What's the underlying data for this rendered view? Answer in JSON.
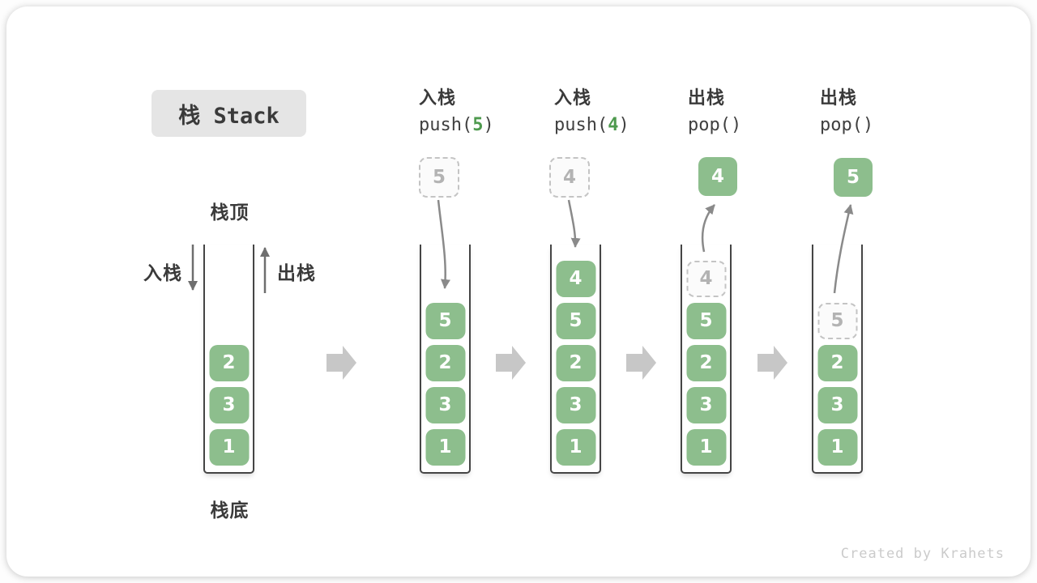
{
  "title": "栈 Stack",
  "watermark": "Created by Krahets",
  "side_labels": {
    "stack_top": "栈顶",
    "stack_bottom": "栈底",
    "push": "入栈",
    "pop": "出栈"
  },
  "columns": [
    {
      "name": "initial-state",
      "stack": [
        "1",
        "3",
        "2"
      ]
    },
    {
      "name": "push-5",
      "op_label": "入栈",
      "code": {
        "pre": "push(",
        "arg": "5",
        "post": ")"
      },
      "floating": {
        "value": "5",
        "variant": "dashed"
      },
      "stack": [
        "1",
        "3",
        "2",
        "5"
      ]
    },
    {
      "name": "push-4",
      "op_label": "入栈",
      "code": {
        "pre": "push(",
        "arg": "4",
        "post": ")"
      },
      "floating": {
        "value": "4",
        "variant": "dashed"
      },
      "stack": [
        "1",
        "3",
        "2",
        "5",
        "4"
      ]
    },
    {
      "name": "pop-4",
      "op_label": "出栈",
      "code": {
        "pre": "pop()",
        "arg": "",
        "post": ""
      },
      "floating": {
        "value": "4",
        "variant": "solid"
      },
      "stack": [
        "1",
        "3",
        "2",
        "5",
        {
          "value": "4",
          "variant": "dashed"
        }
      ]
    },
    {
      "name": "pop-5",
      "op_label": "出栈",
      "code": {
        "pre": "pop()",
        "arg": "",
        "post": ""
      },
      "floating": {
        "value": "5",
        "variant": "solid"
      },
      "stack": [
        "1",
        "3",
        "2",
        {
          "value": "5",
          "variant": "dashed"
        }
      ]
    }
  ],
  "colors": {
    "box_green": "#8dbe8d",
    "code_green": "#4e9a4e",
    "ink": "#3a3a3a",
    "code_ink": "#404040",
    "container_line": "#454545",
    "arrow_gray": "#8a8a8a",
    "side_arrow": "#6e6e6e",
    "block_arrow": "#c7c7c7",
    "dashed_border": "#c4c4c4",
    "dashed_text": "#b3b3b3",
    "dashed_bg": "#fbfbfb",
    "title_bg": "#e5e5e5",
    "watermark": "#cbcbcb",
    "card_bg": "#ffffff"
  }
}
